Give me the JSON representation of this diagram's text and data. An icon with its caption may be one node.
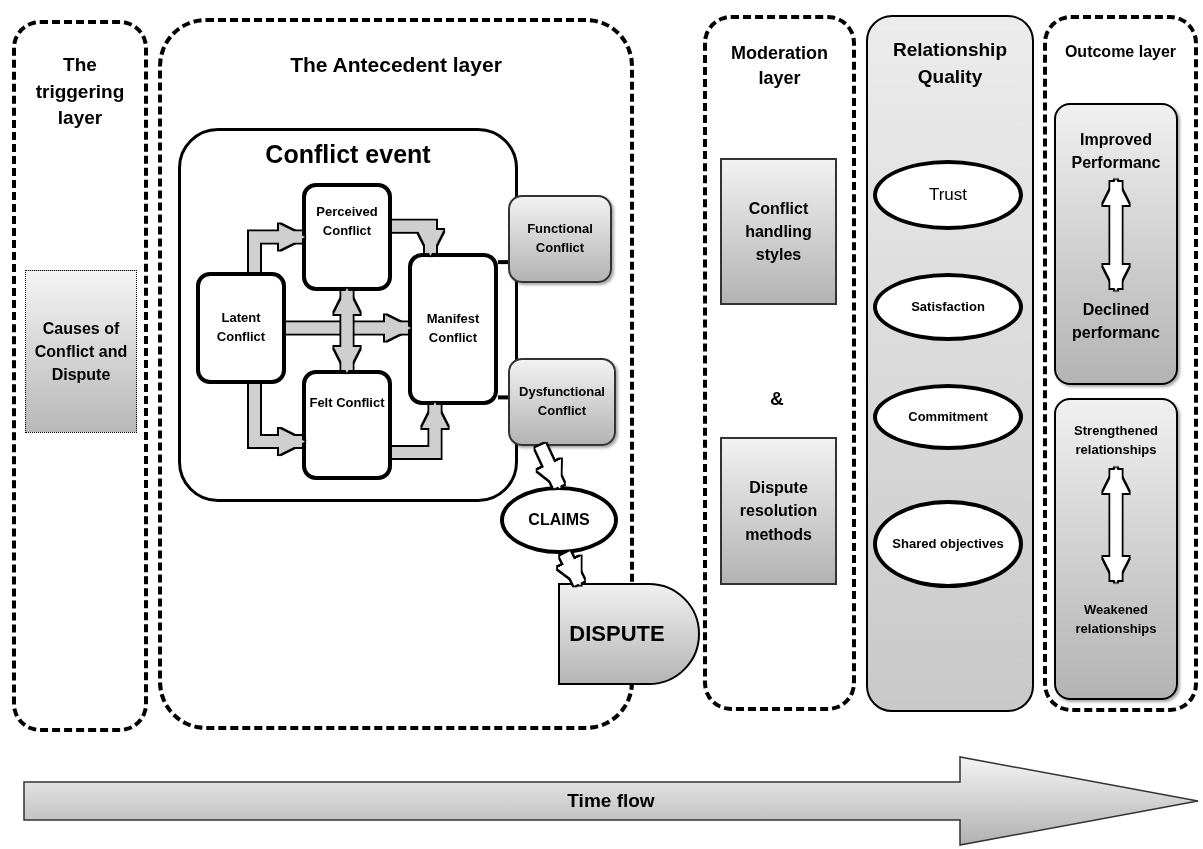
{
  "diagram": {
    "nodes": [
      {
        "text": [
          "The triggering layer"
        ]
      },
      {
        "text": [
          "Causes of Conflict and Dispute"
        ],
        "in": 0
      },
      {
        "text": [
          "The Antecedent layer"
        ]
      },
      {
        "text": [
          "Conflict event"
        ],
        "in": 2
      },
      {
        "text": [
          "Latent Conflict"
        ],
        "in": 3
      },
      {
        "text": [
          "Perceived Conflict"
        ],
        "in": 3
      },
      {
        "text": [
          "Felt Conflict"
        ],
        "in": 3
      },
      {
        "text": [
          "Manifest Conflict"
        ],
        "in": 3
      },
      {
        "text": [
          "Functional Conflict"
        ],
        "in": 2
      },
      {
        "text": [
          "Dysfunctional Conflict"
        ],
        "in": 2
      },
      {
        "text": [
          "CLAIMS"
        ],
        "in": 2
      },
      {
        "text": [
          "DISPUTE"
        ]
      },
      {
        "text": [
          "Moderation layer"
        ]
      },
      {
        "text": [
          "Conflict handling styles"
        ],
        "in": 12
      },
      {
        "text": [
          "Dispute resolution methods"
        ],
        "in": 12
      },
      {
        "text": [
          "Relationship Quality"
        ]
      },
      {
        "text": [
          "Trust"
        ],
        "in": 15
      },
      {
        "text": [
          "Satisfaction"
        ],
        "in": 15
      },
      {
        "text": [
          "Commitment"
        ],
        "in": 15
      },
      {
        "text": [
          "Shared objectives"
        ],
        "in": 15
      },
      {
        "text": [
          "Outcome layer"
        ]
      },
      {
        "text": [],
        "shape": "box",
        "in": 20
      },
      {
        "text": [
          "Improved Performanc"
        ],
        "in": 21
      },
      {
        "text": [
          "Declined performanc"
        ],
        "in": 21
      },
      {
        "text": [],
        "shape": "box",
        "in": 20
      },
      {
        "text": [
          "Strengthened relationships"
        ],
        "in": 24
      },
      {
        "text": [
          "Weakened relationships"
        ],
        "in": 24
      },
      {
        "text": [
          "Time flow"
        ]
      }
    ],
    "edges": [
      {
        "from": 4,
        "to": 5,
        "arrow": "to"
      },
      {
        "from": 4,
        "to": 6,
        "arrow": "to"
      },
      {
        "from": 4,
        "to": 7,
        "arrow": "to"
      },
      {
        "from": 5,
        "to": 6,
        "arrow": "both"
      },
      {
        "from": 5,
        "to": 7,
        "arrow": "to"
      },
      {
        "from": 6,
        "to": 7,
        "arrow": "to"
      },
      {
        "from": 7,
        "to": 8,
        "arrow": "none",
        "color": "#000000"
      },
      {
        "from": 7,
        "to": 9,
        "arrow": "none",
        "color": "#000000"
      },
      {
        "from": 9,
        "to": 10,
        "arrow": "to",
        "color": "#ffffff"
      },
      {
        "from": 10,
        "to": 11,
        "arrow": "to",
        "color": "#ffffff"
      },
      {
        "from": 22,
        "to": 23,
        "arrow": "both",
        "color": "#ffffff"
      },
      {
        "from": 25,
        "to": 26,
        "arrow": "both",
        "color": "#ffffff"
      }
    ],
    "labels": [
      "&"
    ]
  }
}
